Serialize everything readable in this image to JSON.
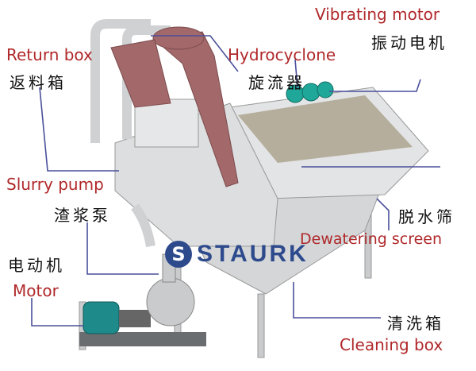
{
  "labels": {
    "vibrating_motor_en": "Vibrating motor",
    "vibrating_motor_zh": "振动电机",
    "return_box_en": "Return box",
    "return_box_zh": "返料箱",
    "hydrocyclone_en": "Hydrocyclone",
    "hydrocyclone_zh": "旋流器",
    "slurry_pump_en": "Slurry pump",
    "slurry_pump_zh": "渣浆泵",
    "dewatering_screen_zh": "脱水筛",
    "dewatering_screen_en": "Dewatering screen",
    "motor_zh": "电动机",
    "motor_en": "Motor",
    "cleaning_box_zh": "清洗箱",
    "cleaning_box_en": "Cleaning box"
  },
  "logo": {
    "mark": "S",
    "text": "STAURK"
  },
  "colors": {
    "label_en": "#b0282a",
    "leader": "#4a4f9a",
    "machine": "#d8dadc",
    "cyclone": "#a2686a",
    "motor": "#1f8a8a",
    "logo": "#2d4a8c"
  }
}
